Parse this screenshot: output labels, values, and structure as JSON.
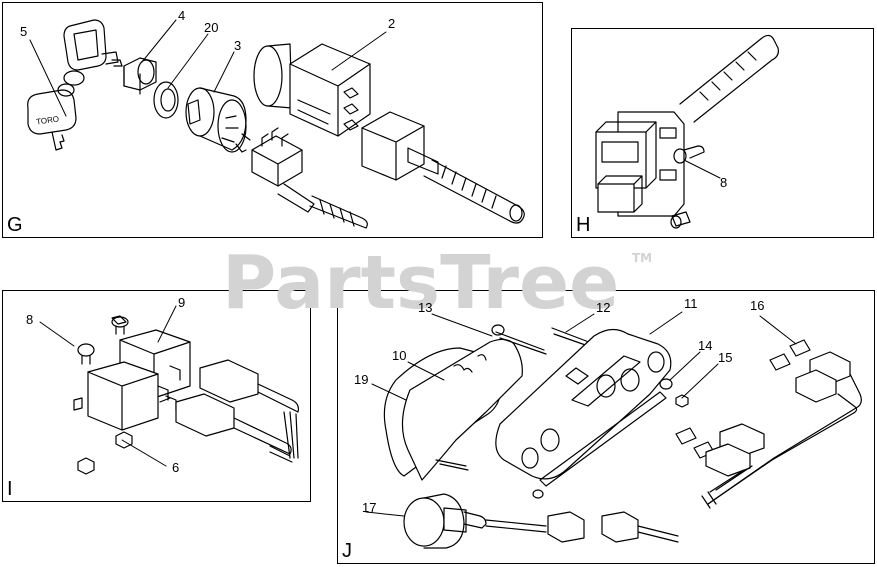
{
  "watermark": {
    "text": "PartsTree",
    "tm": "TM"
  },
  "panels": [
    {
      "id": "G",
      "letter": "G"
    },
    {
      "id": "H",
      "letter": "H"
    },
    {
      "id": "I",
      "letter": "I"
    },
    {
      "id": "J",
      "letter": "J"
    }
  ],
  "parts": {
    "g": [
      "5",
      "4",
      "20",
      "3",
      "2"
    ],
    "h": [
      "8"
    ],
    "i": [
      "8",
      "9",
      "6"
    ],
    "j": [
      "13",
      "12",
      "11",
      "16",
      "10",
      "19",
      "14",
      "15",
      "17"
    ]
  },
  "key_text": "TORO"
}
